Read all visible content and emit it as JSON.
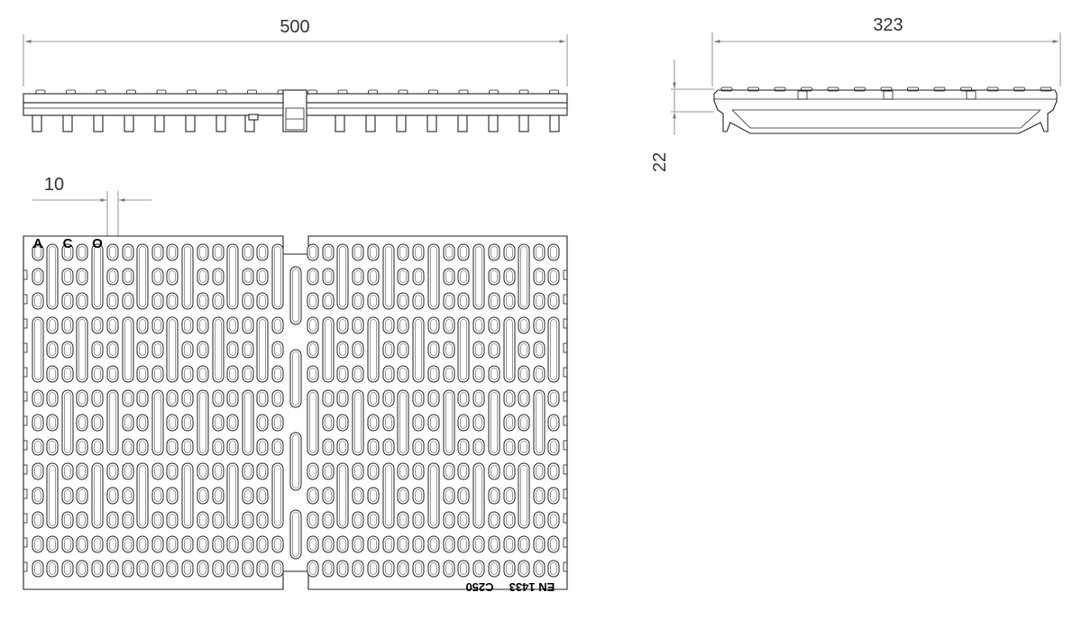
{
  "dimensions": {
    "width_top_view": "500",
    "width_side_view": "323",
    "height_side_view": "22",
    "slot_width": "10"
  },
  "markings": {
    "letter_a": "A",
    "letter_c": "C",
    "letter_o": "O",
    "standard": "EN 1433",
    "load_class": "C250"
  },
  "colors": {
    "line": "#222222",
    "dimension": "#777777",
    "background": "#ffffff"
  }
}
